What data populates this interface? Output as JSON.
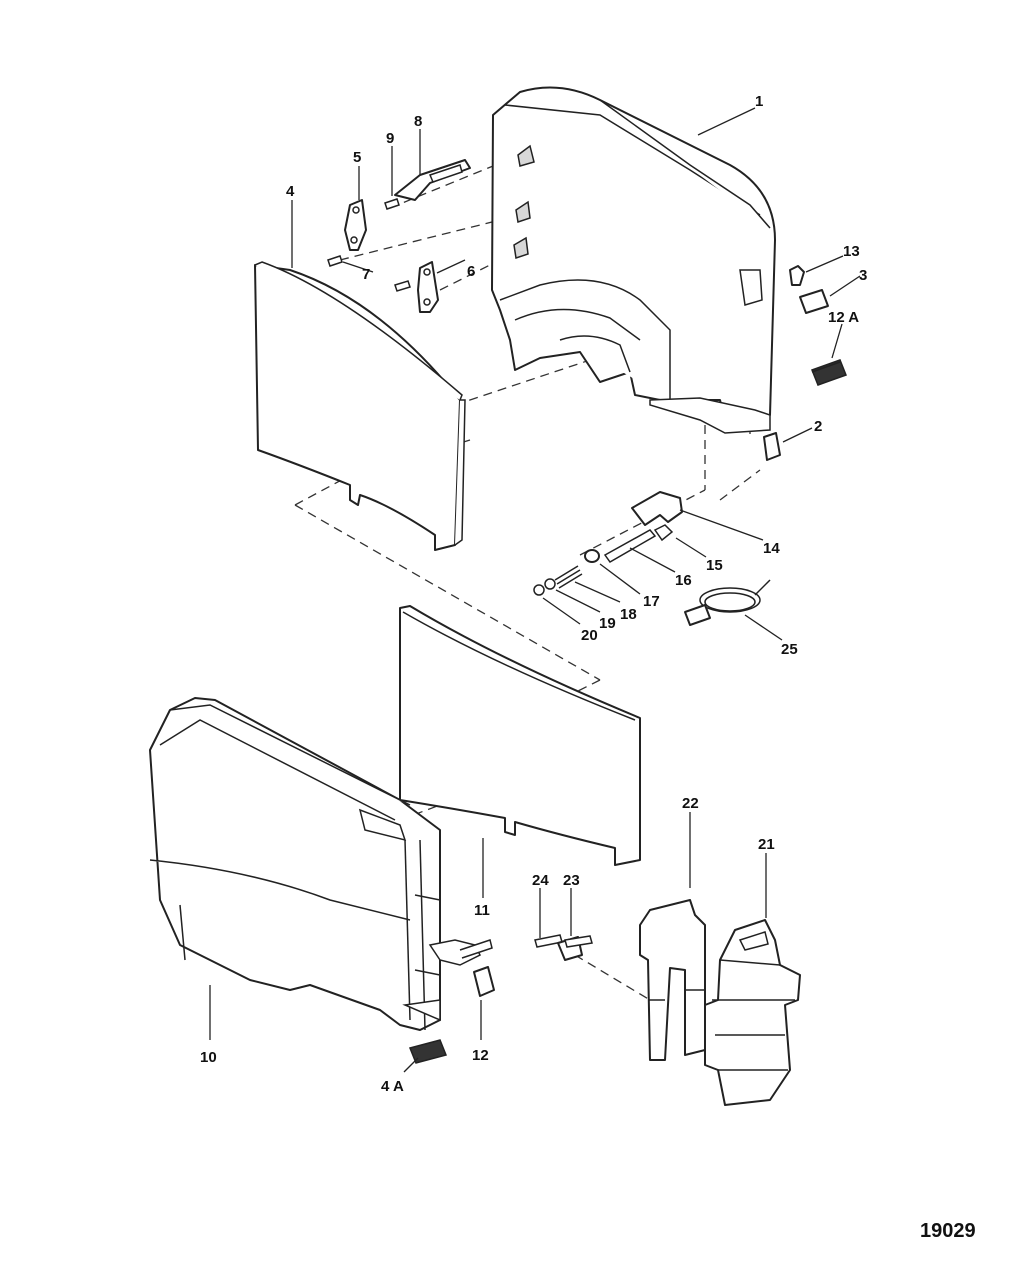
{
  "figure_number": "19029",
  "callouts": {
    "c1": "1",
    "c2": "2",
    "c3": "3",
    "c4": "4",
    "c4a": "4 A",
    "c5": "5",
    "c6": "6",
    "c7": "7",
    "c8": "8",
    "c9": "9",
    "c10": "10",
    "c11": "11",
    "c12": "12",
    "c12a": "12 A",
    "c13": "13",
    "c14": "14",
    "c15": "15",
    "c16": "16",
    "c17": "17",
    "c18": "18",
    "c19": "19",
    "c20": "20",
    "c21": "21",
    "c22": "22",
    "c23": "23",
    "c24": "24",
    "c25": "25"
  }
}
